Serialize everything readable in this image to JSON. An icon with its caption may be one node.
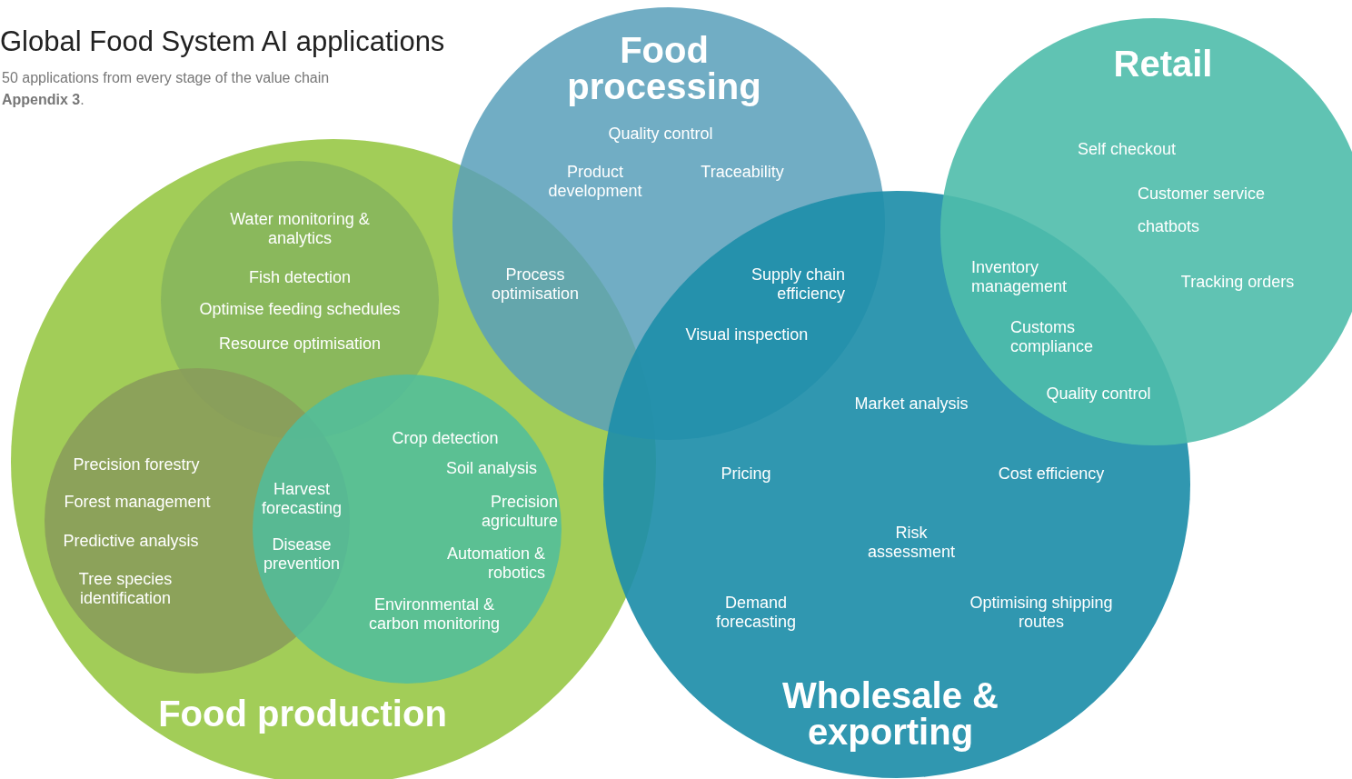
{
  "diagram": {
    "title": "Global Food System AI applications",
    "caption": "50 applications from every stage of the value chain",
    "nodes": [
      {
        "text": [
          "Food production"
        ]
      },
      {
        "text": [],
        "shape": "circle",
        "in": 0
      },
      {
        "text": [],
        "shape": "circle",
        "in": 0
      },
      {
        "text": [],
        "shape": "circle",
        "in": 0
      },
      {
        "text": [
          "Food processing"
        ]
      },
      {
        "text": [
          "Wholesale & exporting"
        ]
      },
      {
        "text": [
          "Retail"
        ]
      }
    ],
    "edges": [],
    "labels": [
      "**Appendix 3**.",
      "Quality control",
      "Self checkout",
      "Product development",
      "Traceability",
      "Customer service",
      "Water monitoring & analytics",
      "chatbots",
      "Fish detection",
      "Process optimisation",
      "Supply chain efficiency",
      "Inventory management",
      "Tracking orders",
      "Optimise feeding schedules",
      "Resource optimisation",
      "Visual inspection",
      "Customs compliance",
      "Market analysis",
      "Quality control",
      "Crop detection",
      "Precision forestry",
      "Soil analysis",
      "Pricing",
      "Cost efficiency",
      "Forest management",
      "Harvest forecasting",
      "Precision agriculture",
      "Predictive analysis",
      "Disease prevention",
      "Risk assessment",
      "Automation & robotics",
      "Tree species identification",
      "Environmental & carbon monitoring",
      "Demand forecasting",
      "Optimising shipping routes"
    ]
  }
}
